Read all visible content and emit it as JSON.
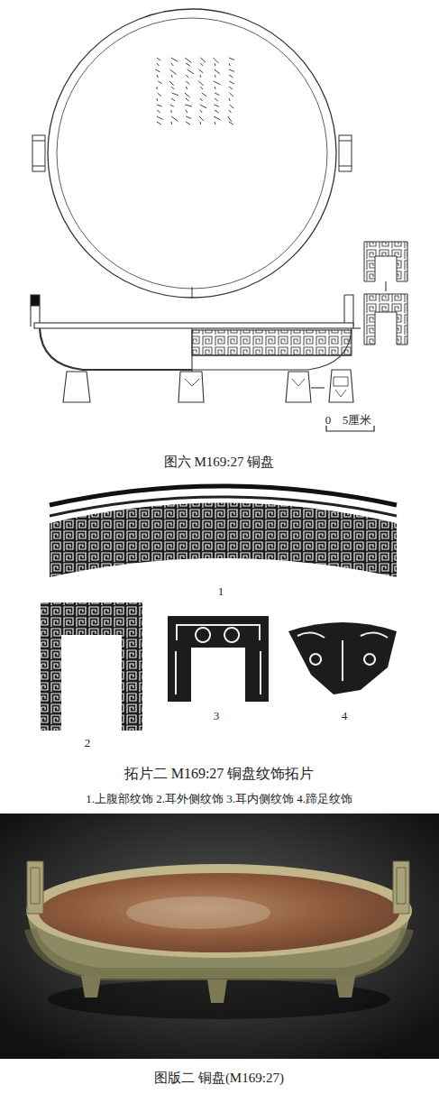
{
  "diagram": {
    "labels": [
      "0",
      "5厘米",
      "图六  M169:27 铜盘",
      "1",
      "2",
      "3",
      "4",
      "拓片二  M169:27 铜盘纹饰拓片",
      "1.上腹部纹饰  2.耳外侧纹饰  3.耳内侧纹饰  4.蹄足纹饰",
      "图版二  铜盘(M169:27)"
    ]
  }
}
